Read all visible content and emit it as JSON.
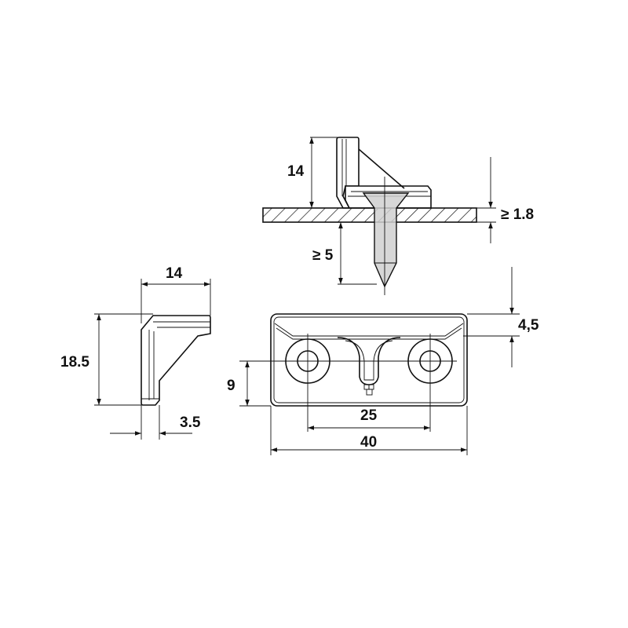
{
  "drawing": {
    "top_view": {
      "height_label": "14",
      "board_thickness_label": "≥ 1.8",
      "screw_depth_label": "≥ 5"
    },
    "side_view": {
      "width_label": "14",
      "height_label": "18.5",
      "thickness_label": "3.5"
    },
    "front_view": {
      "edge_offset_label": "4,5",
      "hole_height_label": "9",
      "hole_spacing_label": "25",
      "width_label": "40"
    },
    "colors": {
      "line": "#111111",
      "screw_fill": "#d0d0d0"
    }
  }
}
